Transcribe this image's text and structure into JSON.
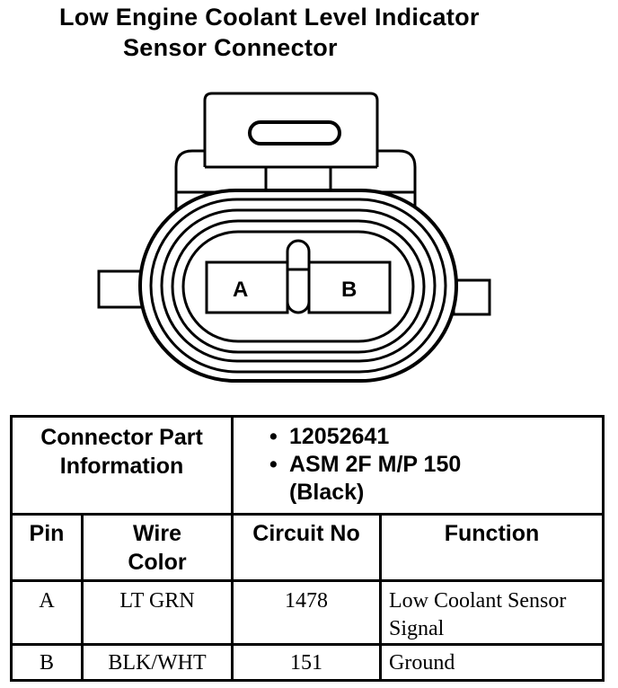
{
  "title_line1": "Low Engine Coolant Level Indicator",
  "title_line2": "Sensor Connector",
  "connector": {
    "pin_a": "A",
    "pin_b": "B"
  },
  "part_info": {
    "label_line1": "Connector Part",
    "label_line2": "Information",
    "items": [
      "12052641",
      "ASM 2F M/P 150"
    ],
    "color_note": "(Black)"
  },
  "table": {
    "headers": {
      "pin": "Pin",
      "wire_color_line1": "Wire",
      "wire_color_line2": "Color",
      "circuit": "Circuit No",
      "function": "Function"
    },
    "rows": [
      {
        "pin": "A",
        "wire_color": "LT GRN",
        "circuit": "1478",
        "function_line1": "Low Coolant Sensor",
        "function_line2": "Signal"
      },
      {
        "pin": "B",
        "wire_color": "BLK/WHT",
        "circuit": "151",
        "function_line1": "Ground",
        "function_line2": ""
      }
    ]
  }
}
